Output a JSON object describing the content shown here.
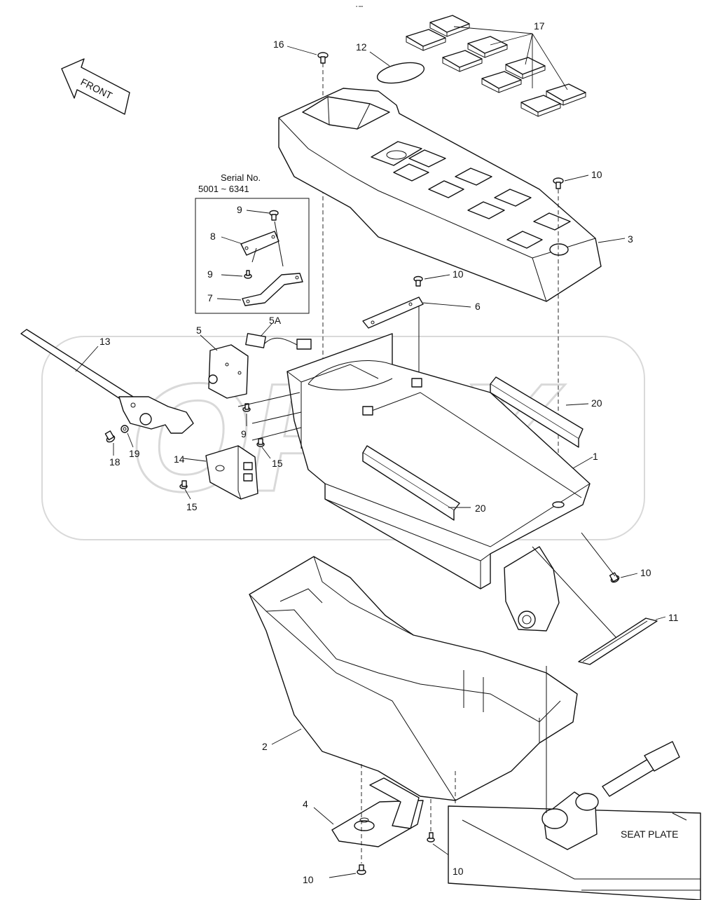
{
  "watermark_text": "OPEX",
  "front_arrow": {
    "label": "FRONT"
  },
  "serial_box": {
    "line1": "Serial No.",
    "line2": "5001 ~ 6341"
  },
  "seat_plate_label": "SEAT PLATE",
  "callouts": [
    {
      "id": "c17",
      "text": "17"
    },
    {
      "id": "c16",
      "text": "16"
    },
    {
      "id": "c12",
      "text": "12"
    },
    {
      "id": "c10a",
      "text": "10"
    },
    {
      "id": "c3",
      "text": "3"
    },
    {
      "id": "c9a",
      "text": "9"
    },
    {
      "id": "c8",
      "text": "8"
    },
    {
      "id": "c9b",
      "text": "9"
    },
    {
      "id": "c7",
      "text": "7"
    },
    {
      "id": "c10b",
      "text": "10"
    },
    {
      "id": "c6",
      "text": "6"
    },
    {
      "id": "c5a",
      "text": "5A"
    },
    {
      "id": "c5",
      "text": "5"
    },
    {
      "id": "c13",
      "text": "13"
    },
    {
      "id": "c20a",
      "text": "20"
    },
    {
      "id": "c9c",
      "text": "9"
    },
    {
      "id": "c1",
      "text": "1"
    },
    {
      "id": "c14",
      "text": "14"
    },
    {
      "id": "c15a",
      "text": "15"
    },
    {
      "id": "c18",
      "text": "18"
    },
    {
      "id": "c19",
      "text": "19"
    },
    {
      "id": "c15b",
      "text": "15"
    },
    {
      "id": "c20b",
      "text": "20"
    },
    {
      "id": "c10c",
      "text": "10"
    },
    {
      "id": "c11",
      "text": "11"
    },
    {
      "id": "c2",
      "text": "2"
    },
    {
      "id": "c4",
      "text": "4"
    },
    {
      "id": "c10d",
      "text": "10"
    },
    {
      "id": "c10e",
      "text": "10"
    }
  ]
}
